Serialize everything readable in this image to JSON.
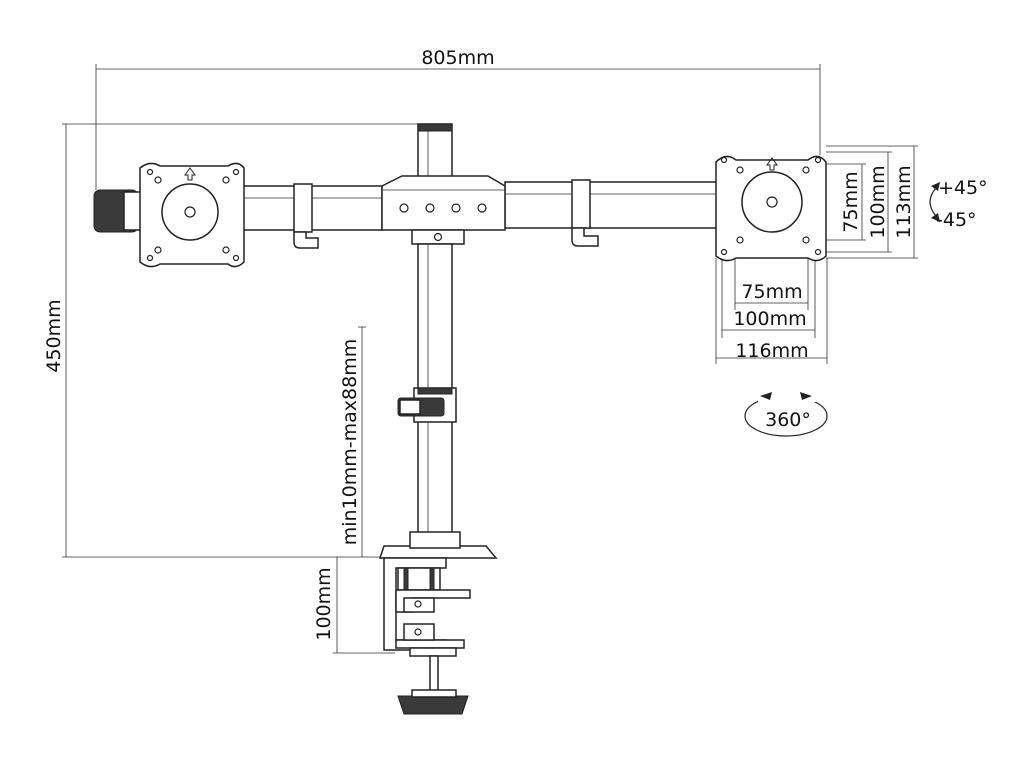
{
  "dimensions": {
    "overall_width": "805mm",
    "height": "450mm",
    "pole_gap": "min10mm-max88mm",
    "clamp_height": "100mm",
    "vesa_h_75": "75mm",
    "vesa_h_100": "100mm",
    "plate_width": "116mm",
    "vesa_v_75": "75mm",
    "vesa_v_100": "100mm",
    "plate_height": "113mm"
  },
  "tilt": {
    "up": "+45°",
    "down": "-45°"
  },
  "rotation": "360°",
  "colors": {
    "line": "#222222",
    "part_fill": "#ffffff",
    "dark_fill": "#3a3a3a"
  }
}
